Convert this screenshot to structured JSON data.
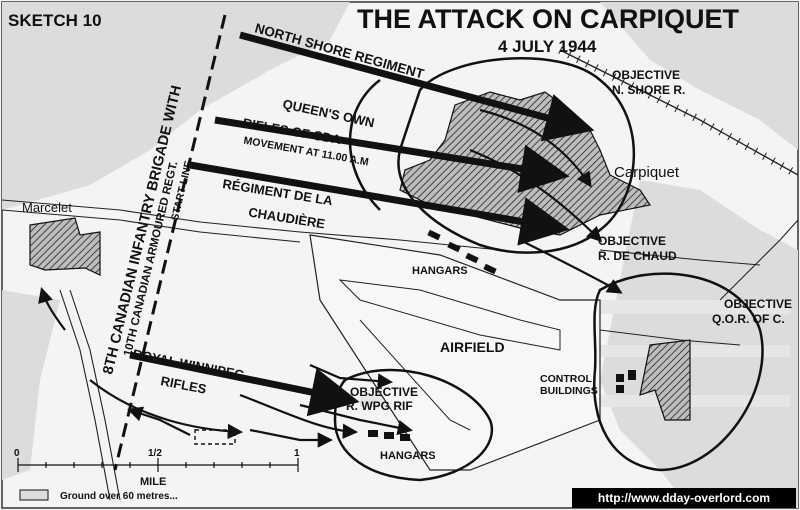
{
  "sketch_label": "SKETCH 10",
  "title": "THE ATTACK ON CARPIQUET",
  "date": "4 JULY 1944",
  "start_line": {
    "line1": "8TH CANADIAN INFANTRY BRIGADE WITH",
    "line2": "10TH CANADIAN ARMOURED REGT.",
    "line3": "START LINE"
  },
  "units": {
    "north_shore": "NORTH SHORE REGIMENT",
    "queens_own_1": "QUEEN'S OWN",
    "queens_own_2": "RIFLES OF CDA",
    "queens_own_3": "MOVEMENT AT 11.00 A.M",
    "chaudiere_1": "RÉGIMENT DE LA",
    "chaudiere_2": "CHAUDIÈRE",
    "winnipeg_1": "ROYAL WINNIPEG",
    "winnipeg_2": "RIFLES"
  },
  "objectives": {
    "n_shore_1": "OBJECTIVE",
    "n_shore_2": "N. SHORE R.",
    "chaud_1": "OBJECTIVE",
    "chaud_2": "R. DE CHAUD",
    "qor_1": "OBJECTIVE",
    "qor_2": "Q.O.R. OF C.",
    "wpg_1": "OBJECTIVE",
    "wpg_2": "R. WPG RIF"
  },
  "places": {
    "carpiquet": "Carpiquet",
    "marcelet": "Marcelet",
    "hangars_north": "HANGARS",
    "hangars_south": "HANGARS",
    "airfield": "AIRFIELD",
    "control_1": "CONTROL",
    "control_2": "BUILDINGS"
  },
  "scale": {
    "tick_0": "0",
    "tick_half": "1/2",
    "tick_1": "1",
    "unit": "MILE",
    "note": "Ground over 60 metres..."
  },
  "credit": "http://www.dday-overlord.com",
  "colors": {
    "ink": "#111111",
    "high_ground": "#dcdcdc",
    "paper": "#f4f4f4"
  }
}
